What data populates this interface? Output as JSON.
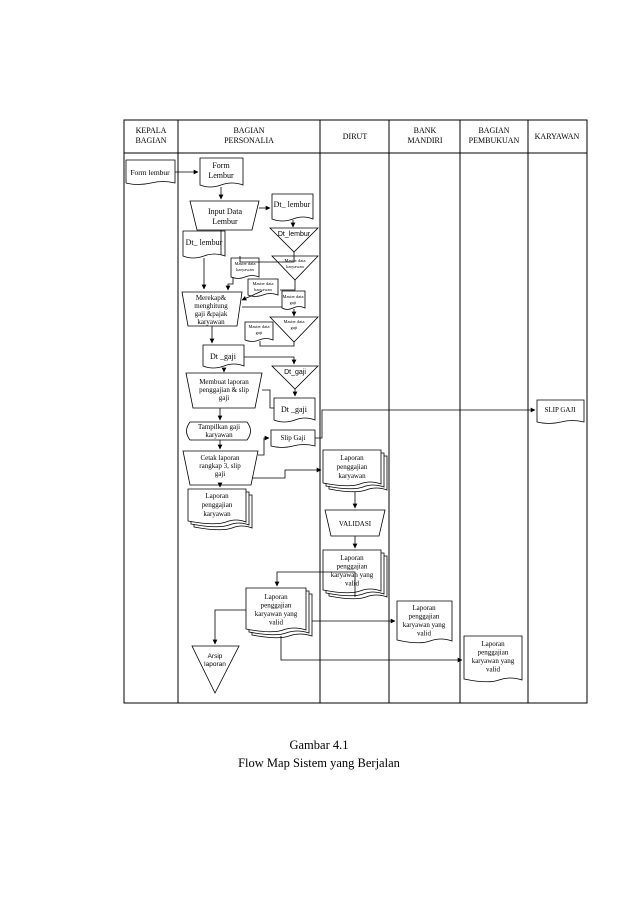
{
  "headers": {
    "kepala": [
      "KEPALA",
      "BAGIAN"
    ],
    "personalia": [
      "BAGIAN",
      "PERSONALIA"
    ],
    "dirut": [
      "DIRUT"
    ],
    "bank": [
      "BANK",
      "MANDIRI"
    ],
    "pembukuan": [
      "BAGIAN",
      "PEMBUKUAN"
    ],
    "karyawan": [
      "KARYAWAN"
    ]
  },
  "shapes": {
    "form_lembur_kepala": [
      "Form lembur"
    ],
    "form_lembur_doc": [
      "Form",
      "Lembur"
    ],
    "input_data_lembur": [
      "Input Data",
      "Lembur"
    ],
    "dt_lembur_doc_right": [
      "Dt_ lembur"
    ],
    "dt_lembur_store": [
      "Dt_lembur"
    ],
    "dt_lembur_doc_left": [
      "Dt_ lembur"
    ],
    "master_karyawan_doc": [
      "Master data",
      "karyawan"
    ],
    "master_karyawan_store": [
      "Master data",
      "karyawan"
    ],
    "master_karyawan_doc2": [
      "Master data",
      "karyawan"
    ],
    "merekap": [
      "Merekap&",
      "menghitung",
      "gaji &pajak",
      "karyawan"
    ],
    "master_gaji_doc": [
      "Master data",
      "gaji"
    ],
    "master_gaji_store": [
      "Master data",
      "gaji"
    ],
    "master_gaji_doc2": [
      "Master data",
      "gaji"
    ],
    "dt_gaji_doc": [
      "Dt _gaji"
    ],
    "dt_gaji_store": [
      "Dt_gaji"
    ],
    "membuat_laporan": [
      "Membuat laporan",
      "penggajian & slip",
      "gaji"
    ],
    "dt_gaji_doc2": [
      "Dt _gaji"
    ],
    "tampilkan_gaji": [
      "Tampilkan gaji",
      "karyawan"
    ],
    "slip_gaji_doc": [
      "Slip Gaji"
    ],
    "cetak_laporan": [
      "Cetak laporan",
      "rangkap 3, slip",
      "gaji"
    ],
    "laporan_personalia": [
      "Laporan",
      "penggajian",
      "karyawan"
    ],
    "laporan_dirut": [
      "Laporan",
      "penggajian",
      "karyawan"
    ],
    "validasi": [
      "VALIDASI"
    ],
    "laporan_valid_dirut": [
      "Laporan",
      "penggajian",
      "karyawan yang",
      "valid"
    ],
    "laporan_valid_personalia": [
      "Laporan",
      "penggajian",
      "karyawan yang",
      "valid"
    ],
    "laporan_valid_bank": [
      "Laporan",
      "penggajian",
      "karyawan yang",
      "valid"
    ],
    "laporan_valid_pembukuan": [
      "Laporan",
      "penggajian",
      "karyawan yang",
      "valid"
    ],
    "arsip_laporan": [
      "Arsip",
      "laporan"
    ],
    "slip_gaji_karyawan": [
      "SLIP GAJI"
    ]
  },
  "caption": {
    "line1": "Gambar 4.1",
    "line2": "Flow Map Sistem yang Berjalan"
  }
}
